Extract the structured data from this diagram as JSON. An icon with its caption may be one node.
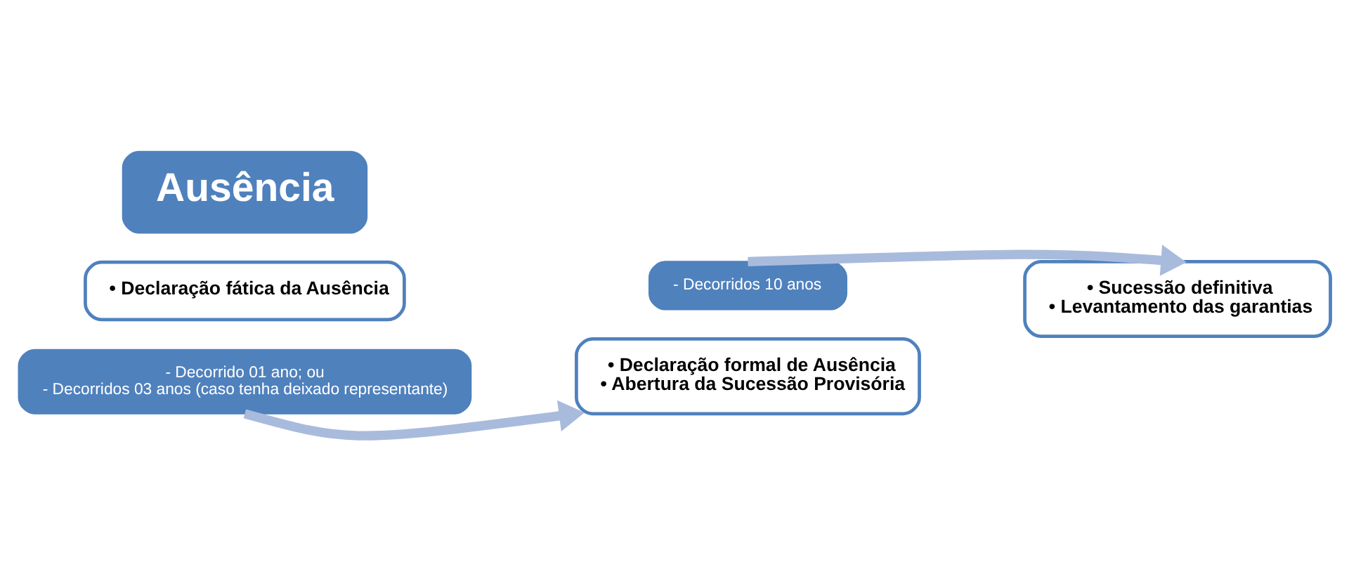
{
  "diagram": {
    "nodes": [
      {
        "text": [
          "Ausência"
        ]
      },
      {
        "text": [
          "• Declaração fática da Ausência"
        ]
      },
      {
        "text": [
          "- Decorrido 01 ano; ou",
          "- Decorridos 03 anos (caso tenha deixado representante)"
        ]
      },
      {
        "text": [
          "- Decorridos 10 anos"
        ]
      },
      {
        "text": [
          "• Declaração formal de Ausência",
          "• Abertura da Sucessão Provisória"
        ]
      },
      {
        "text": [
          "• Sucessão definitiva",
          "• Levantamento das garantias"
        ]
      }
    ],
    "edges": [
      {
        "from": 2,
        "to": 4,
        "arrow": "to"
      },
      {
        "from": 3,
        "to": 5,
        "arrow": "to"
      }
    ]
  }
}
